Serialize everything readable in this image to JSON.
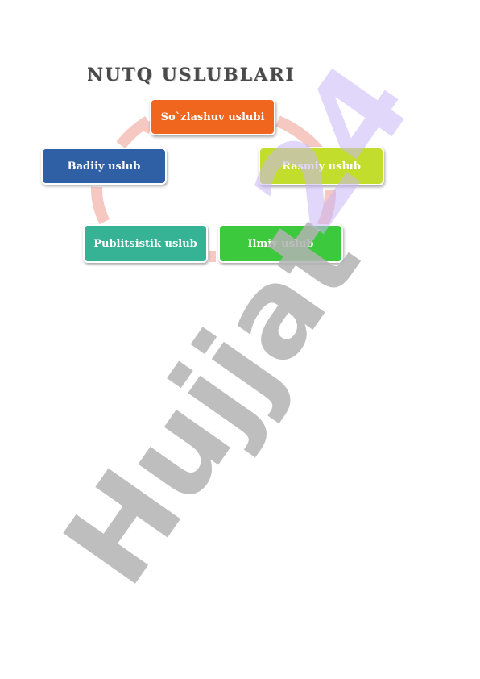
{
  "title": "NUTQ USLUBLARI",
  "nodes": [
    {
      "id": "sozlashuv",
      "label": "So`zlashuv uslubi",
      "color": "#f0661f"
    },
    {
      "id": "rasmiy",
      "label": "Rasmiy uslub",
      "color": "#c3dd2c"
    },
    {
      "id": "ilmiy",
      "label": "Ilmiy uslub",
      "color": "#3dc93d"
    },
    {
      "id": "publitsistik",
      "label": "Publitsistik uslub",
      "color": "#36b394"
    },
    {
      "id": "badiiy",
      "label": "Badiiy uslub",
      "color": "#2f5fa5"
    }
  ],
  "cycle_color": "#f6c8c2",
  "watermark": {
    "text_main": "Hujjat",
    "text_number": "24",
    "main_color": "#b3b3b3",
    "number_color": "#c9b6f7"
  }
}
